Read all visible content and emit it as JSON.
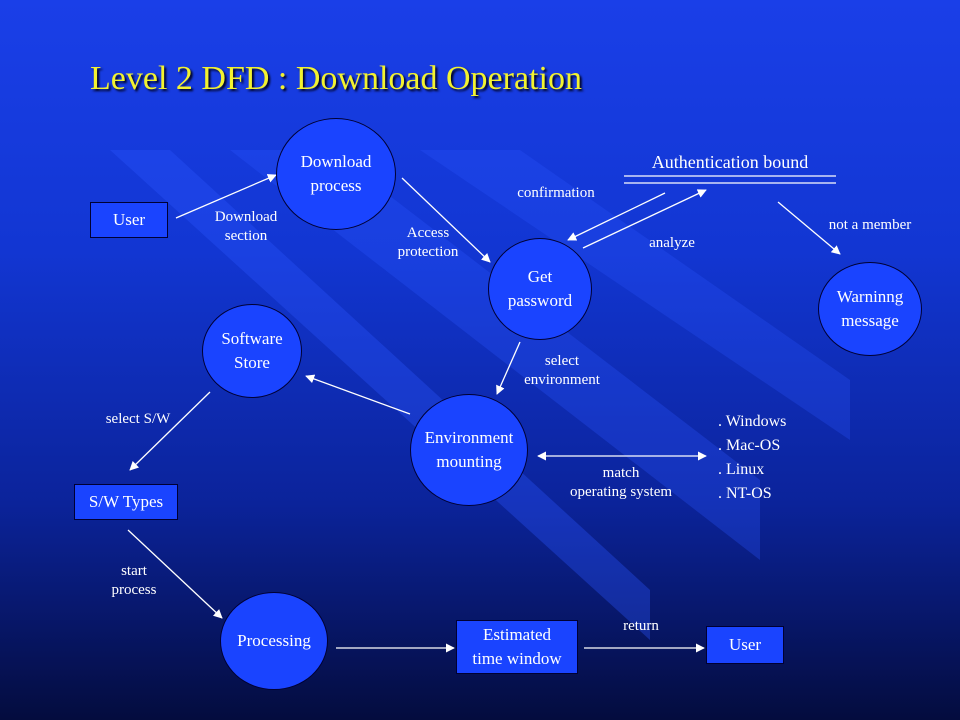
{
  "title": "Level 2 DFD : Download Operation",
  "nodes": {
    "user_start": "User",
    "download_process": "Download\nprocess",
    "get_password": "Get\npassword",
    "authentication_bound": "Authentication bound",
    "warning_message": "Warninng\nmessage",
    "software_store": "Software\nStore",
    "environment_mounting": "Environment\nmounting",
    "os_list": ". Windows\n. Mac-OS\n. Linux\n. NT-OS",
    "sw_types": "S/W Types",
    "processing": "Processing",
    "estimated_time_window": "Estimated\ntime window",
    "user_end": "User"
  },
  "flows": {
    "download_section": "Download\nsection",
    "access_protection": "Access\nprotection",
    "confirmation": "confirmation",
    "analyze": "analyze",
    "not_a_member": "not a member",
    "select_environment": "select\nenvironment",
    "select_sw": "select S/W",
    "match_os": "match\noperating system",
    "start_process": "start\nprocess",
    "return": "return"
  },
  "colors": {
    "title": "#f2f230",
    "node_fill": "#1a44ff",
    "arrow": "#ffffff"
  }
}
